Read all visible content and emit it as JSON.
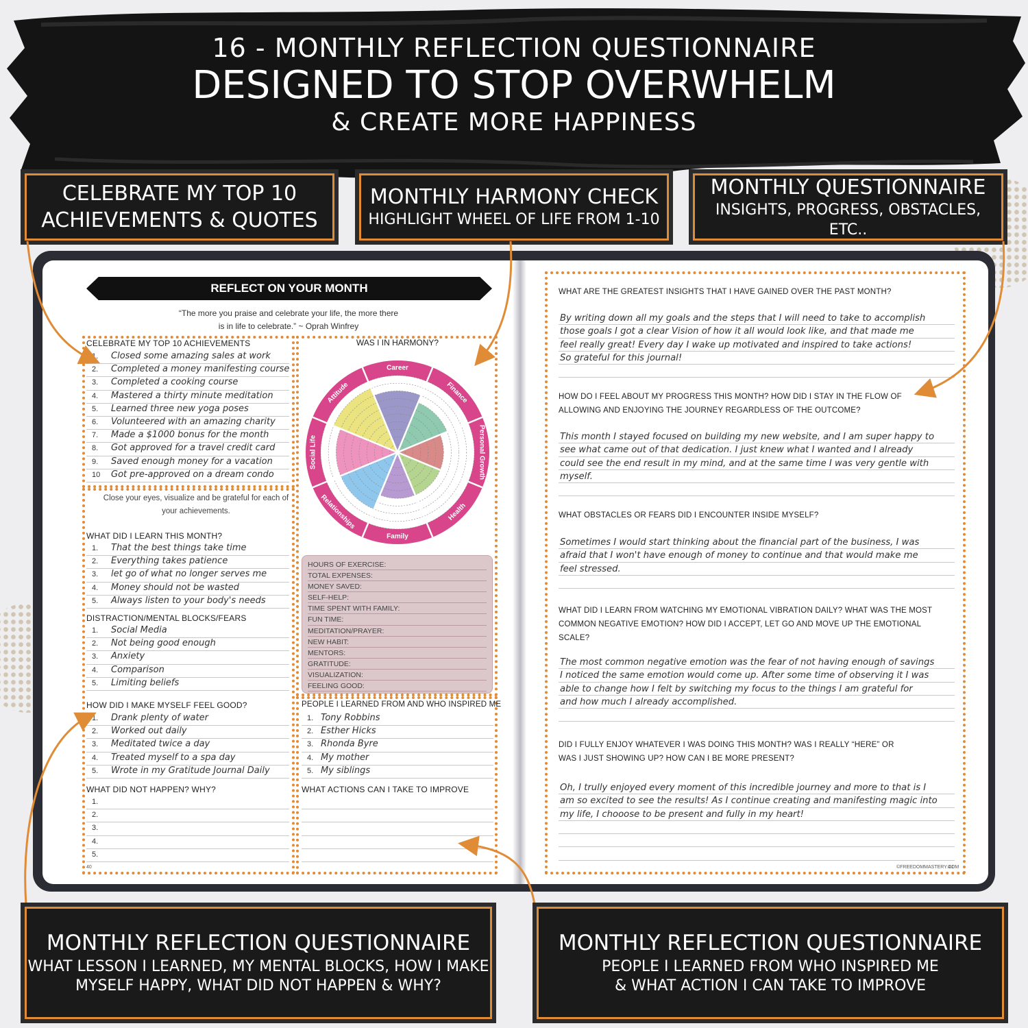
{
  "colors": {
    "accent": "#e08b36",
    "dark": "#1a1a1a",
    "wheel_ring": "#d9458a"
  },
  "header": {
    "line1": "16 - MONTHLY REFLECTION QUESTIONNAIRE",
    "line2": "DESIGNED TO STOP OVERWHELM",
    "line3": "& CREATE MORE HAPPINESS"
  },
  "callouts": {
    "top_left": {
      "big": "CELEBRATE MY TOP 10",
      "big2": "ACHIEVEMENTS & QUOTES"
    },
    "top_center": {
      "big": "MONTHLY HARMONY CHECK",
      "small": "HIGHLIGHT WHEEL OF LIFE FROM 1-10"
    },
    "top_right": {
      "big": "MONTHLY QUESTIONNAIRE",
      "small": "INSIGHTS, PROGRESS, OBSTACLES, ETC.."
    },
    "bottom_left": {
      "big": "MONTHLY REFLECTION QUESTIONNAIRE",
      "small": "WHAT LESSON I LEARNED, MY MENTAL BLOCKS, HOW I MAKE",
      "small2": "MYSELF HAPPY, WHAT DID NOT HAPPEN & WHY?"
    },
    "bottom_right": {
      "big": "MONTHLY REFLECTION QUESTIONNAIRE",
      "small": "PEOPLE I LEARNED FROM WHO INSPIRED ME",
      "small2": "& WHAT ACTION I CAN TAKE TO IMPROVE"
    }
  },
  "left_page": {
    "banner": "REFLECT ON YOUR MONTH",
    "quote1": "“The more you praise and celebrate your life, the more there",
    "quote2": "is in life to celebrate.” ~ Oprah Winfrey",
    "achievements_title": "CELEBRATE MY TOP 10 ACHIEVEMENTS",
    "achievements": [
      {
        "n": "1.",
        "t": "Closed some amazing sales at work"
      },
      {
        "n": "2.",
        "t": "Completed a money manifesting course"
      },
      {
        "n": "3.",
        "t": "Completed a cooking course"
      },
      {
        "n": "4.",
        "t": "Mastered a thirty minute meditation"
      },
      {
        "n": "5.",
        "t": "Learned three new yoga poses"
      },
      {
        "n": "6.",
        "t": "Volunteered with an amazing charity"
      },
      {
        "n": "7.",
        "t": "Made a $1000 bonus for the month"
      },
      {
        "n": "8.",
        "t": "Got approved for a travel credit card"
      },
      {
        "n": "9.",
        "t": "Saved enough money for a vacation"
      },
      {
        "n": "10",
        "t": "Got pre-approved on a dream condo"
      }
    ],
    "close_eyes1": "Close your eyes, visualize and be grateful for each of",
    "close_eyes2": "your achievements.",
    "learn_title": "WHAT DID I LEARN THIS MONTH?",
    "learn": [
      {
        "n": "1.",
        "t": "That the best things take time"
      },
      {
        "n": "2.",
        "t": "Everything takes patience"
      },
      {
        "n": "3.",
        "t": "let go of what no longer serves me"
      },
      {
        "n": "4.",
        "t": "Money should not be wasted"
      },
      {
        "n": "5.",
        "t": "Always listen to your body's needs"
      }
    ],
    "blocks_title": "DISTRACTION/MENTAL BLOCKS/FEARS",
    "blocks": [
      {
        "n": "1.",
        "t": "Social Media"
      },
      {
        "n": "2.",
        "t": "Not being good enough"
      },
      {
        "n": "3.",
        "t": "Anxiety"
      },
      {
        "n": "4.",
        "t": "Comparison"
      },
      {
        "n": "5.",
        "t": "Limiting beliefs"
      }
    ],
    "good_title": "HOW DID I MAKE MYSELF FEEL GOOD?",
    "good": [
      {
        "n": "1.",
        "t": "Drank plenty of water"
      },
      {
        "n": "2.",
        "t": "Worked out daily"
      },
      {
        "n": "3.",
        "t": "Meditated twice a day"
      },
      {
        "n": "4.",
        "t": "Treated myself to a spa day"
      },
      {
        "n": "5.",
        "t": "Wrote in my Gratitude Journal Daily"
      }
    ],
    "not_happen_title": "WHAT DID NOT HAPPEN?  WHY?",
    "not_happen": [
      {
        "n": "1.",
        "t": ""
      },
      {
        "n": "2.",
        "t": ""
      },
      {
        "n": "3.",
        "t": ""
      },
      {
        "n": "4.",
        "t": ""
      },
      {
        "n": "5.",
        "t": ""
      }
    ],
    "harmony_title": "WAS I IN HARMONY?",
    "wheel_segments": [
      {
        "name": "Career",
        "color": "#9b97c8",
        "level": 8
      },
      {
        "name": "Finance",
        "color": "#8ec9b0",
        "level": 7
      },
      {
        "name": "Personal Growth",
        "color": "#d88a88",
        "level": 6
      },
      {
        "name": "Health",
        "color": "#b4d48f",
        "level": 6
      },
      {
        "name": "Family",
        "color": "#b69ad1",
        "level": 6
      },
      {
        "name": "Relationships",
        "color": "#8fc6ec",
        "level": 8
      },
      {
        "name": "Social Life",
        "color": "#ed93bd",
        "level": 8
      },
      {
        "name": "Attitude",
        "color": "#eae380",
        "level": 9
      }
    ],
    "stats": [
      "HOURS OF EXERCISE:",
      "TOTAL EXPENSES:",
      "MONEY SAVED:",
      "SELF-HELP:",
      "TIME SPENT WITH FAMILY:",
      "FUN TIME:",
      "MEDITATION/PRAYER:",
      "NEW HABIT:",
      "MENTORS:",
      "GRATITUDE:",
      "VISUALIZATION:",
      "FEELING GOOD:"
    ],
    "people_title": "PEOPLE I LEARNED FROM AND WHO INSPIRED ME",
    "people": [
      {
        "n": "1.",
        "t": "Tony Robbins"
      },
      {
        "n": "2.",
        "t": "Esther Hicks"
      },
      {
        "n": "3.",
        "t": "Rhonda Byre"
      },
      {
        "n": "4.",
        "t": "My mother"
      },
      {
        "n": "5.",
        "t": "My siblings"
      }
    ],
    "actions_title": "WHAT ACTIONS CAN I TAKE TO IMPROVE",
    "page_number": "40"
  },
  "right_page": {
    "questions": [
      {
        "q": [
          "WHAT ARE THE GREATEST INSIGHTS THAT I HAVE GAINED OVER THE PAST MONTH?"
        ],
        "a": [
          "By writing down all my goals and the steps that I will need to take to accomplish",
          "those goals I got a clear Vision of how it all would look like, and that made me",
          "feel really great! Every day I wake up motivated and inspired to take actions!",
          "So grateful for this journal!"
        ]
      },
      {
        "q": [
          "HOW DO I FEEL ABOUT MY PROGRESS THIS MONTH? HOW DID I STAY IN THE FLOW OF",
          "ALLOWING AND ENJOYING THE JOURNEY REGARDLESS OF THE OUTCOME?"
        ],
        "a": [
          "This month I stayed focused on building my new website, and I am super happy to",
          "see what came out of that dedication. I just knew what I wanted and I already",
          "could see the end result in my mind, and at the same time I was very gentle with",
          "myself."
        ]
      },
      {
        "q": [
          "WHAT OBSTACLES OR FEARS DID I ENCOUNTER INSIDE MYSELF?"
        ],
        "a": [
          "Sometimes I would start thinking about the financial part of the business, I was",
          "afraid that I won't have enough of money to continue and that would make me",
          "feel stressed."
        ]
      },
      {
        "q": [
          "WHAT DID I LEARN FROM WATCHING MY EMOTIONAL VIBRATION DAILY? WHAT WAS THE MOST",
          "COMMON NEGATIVE EMOTION? HOW DID I ACCEPT, LET GO AND MOVE UP THE EMOTIONAL",
          "SCALE?"
        ],
        "a": [
          "The most common negative emotion was the fear of not having enough of savings",
          "I noticed the same emotion would come up. After some time of observing it I was",
          "able to change how I felt by switching my focus to the things I am grateful for",
          "and how much I already accomplished."
        ]
      },
      {
        "q": [
          "DID I FULLY ENJOY WHATEVER I WAS DOING THIS MONTH? WAS I REALLY “HERE” OR",
          "WAS I JUST SHOWING UP? HOW CAN I BE MORE PRESENT?"
        ],
        "a": [
          "Oh, I trully enjoyed every moment of this incredible journey and more to that is I",
          "am so excited to see the results! As I continue creating and manifesting magic into",
          "my life, I chooose to be present and fully in my heart!"
        ]
      }
    ],
    "footer": "©FREEDOMMASTERY.COM",
    "page_number": "41"
  }
}
